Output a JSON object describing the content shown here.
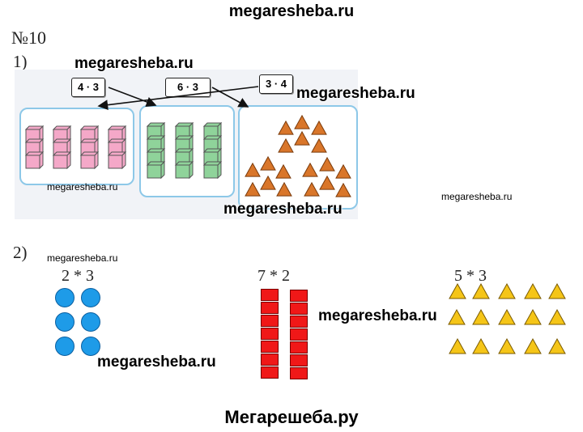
{
  "header": {
    "site": "megaresheba.ru"
  },
  "task": {
    "number": "№10"
  },
  "part1": {
    "label": "1)",
    "cards": [
      "4 · 3",
      "6 · 3",
      "3 · 4"
    ]
  },
  "part2": {
    "label": "2)",
    "exprs": [
      "2 * 3",
      "7 * 2",
      "5 * 3"
    ]
  },
  "watermarks": {
    "big": "megaresheba.ru",
    "small": "megaresheba.ru"
  },
  "footer": {
    "text": "Мегарешеба.ру"
  },
  "colors": {
    "pink": "#f4a8c8",
    "green": "#8fd39a",
    "orange": "#d9762a",
    "blue": "#1e9be8",
    "red": "#f01818",
    "yellow": "#f5c518"
  }
}
